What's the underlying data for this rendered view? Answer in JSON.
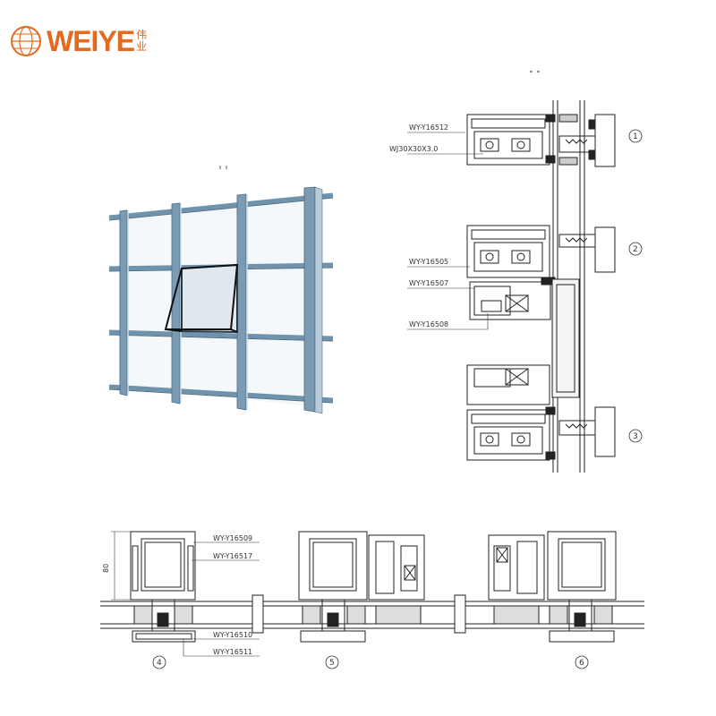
{
  "brand": {
    "name": "WEIYE",
    "cn_char_1": "伟",
    "cn_char_2": "业",
    "color": "#e36a1f"
  },
  "sections": {
    "s1": {
      "number": "1",
      "labels": [
        "WY-Y16512",
        "WJ30X30X3.0"
      ]
    },
    "s2": {
      "number": "2",
      "labels": [
        "WY-Y16505",
        "WY-Y16507",
        "WY-Y16508"
      ]
    },
    "s3": {
      "number": "3"
    },
    "s4": {
      "number": "4",
      "labels": [
        "WY-Y16509",
        "WY-Y16517",
        "WY-Y16510",
        "WY-Y16511"
      ],
      "dimension": "80"
    },
    "s5": {
      "number": "5"
    },
    "s6": {
      "number": "6"
    }
  },
  "colors": {
    "frame": "#7a9bb3",
    "frame_dark": "#4a6a80",
    "line": "#222222",
    "glass": "#eef3f6"
  }
}
